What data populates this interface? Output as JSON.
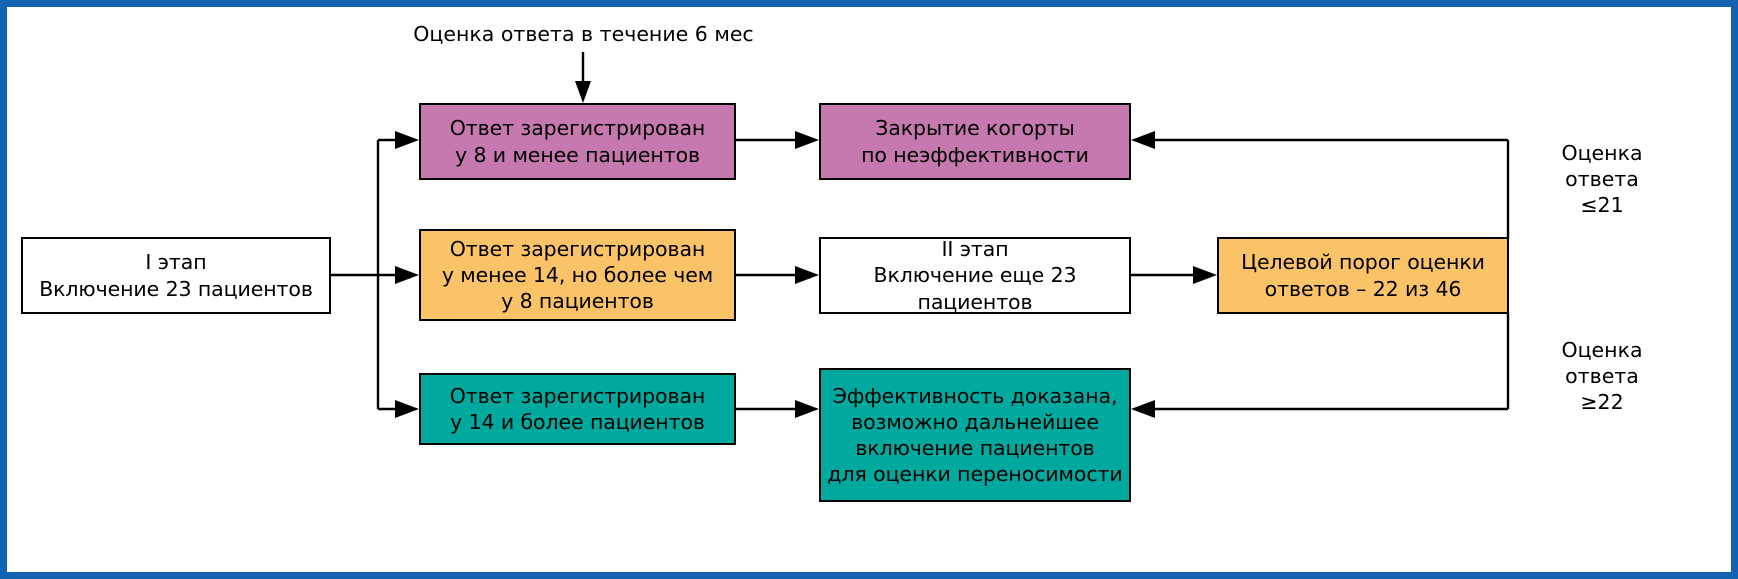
{
  "figure": {
    "kind": "clinical-trial-flowchart",
    "language": "ru",
    "border_color": "#1263b0"
  },
  "colors": {
    "purple": "#c579ae",
    "amber": "#fbc367",
    "teal": "#00a99d",
    "white": "#ffffff",
    "stroke": "#000000",
    "frame": "#1263b0"
  },
  "captions": {
    "top_note": "Оценка ответа в течение 6 мес",
    "right_upper": "Оценка\nответа\n≤21",
    "right_lower": "Оценка\nответа\n≥22"
  },
  "nodes": {
    "stage1": {
      "label": "I этап\nВключение 23 пациентов",
      "fill": "#ffffff"
    },
    "resp_low": {
      "label": "Ответ зарегистрирован\nу 8 и менее пациентов",
      "fill": "#c579ae"
    },
    "cohort_closed": {
      "label": "Закрытие когорты\nпо неэффективности",
      "fill": "#c579ae"
    },
    "resp_mid": {
      "label": "Ответ зарегистрирован\nу менее 14, но более чем\nу 8 пациентов",
      "fill": "#fbc367"
    },
    "stage2": {
      "label": "II этап\nВключение еще 23 пациентов",
      "fill": "#ffffff"
    },
    "target_threshold": {
      "label": "Целевой порог оценки\nответов – 22 из 46",
      "fill": "#fbc367"
    },
    "resp_high": {
      "label": "Ответ зарегистрирован\nу 14 и более пациентов",
      "fill": "#00a99d"
    },
    "efficacy_proven": {
      "label": "Эффективность доказана,\nвозможно дальнейшее\nвключение пациентов\nдля оценки переносимости",
      "fill": "#00a99d"
    }
  }
}
